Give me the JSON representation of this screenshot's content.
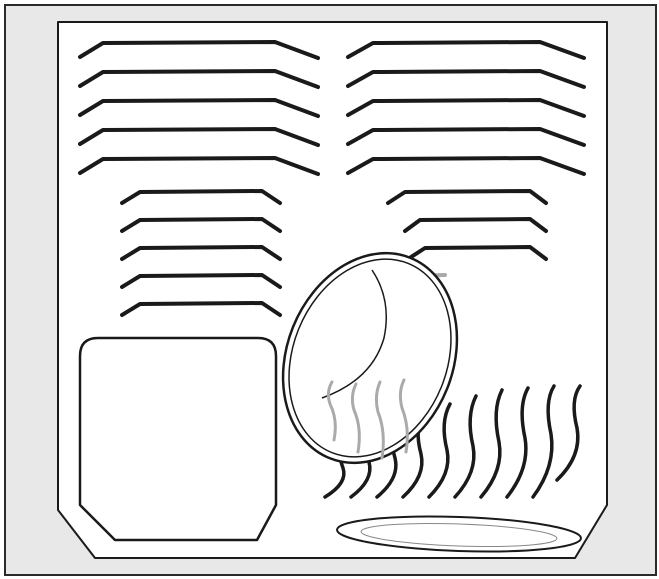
{
  "figure": {
    "subject": "dishwasher-lower-basket-loading",
    "elements": [
      "frame",
      "basket-outline",
      "left-tine-rows",
      "right-tine-rows",
      "lasagna-dish",
      "bowl",
      "plate-tines",
      "platter"
    ]
  },
  "colors": {
    "frame_fill": "#e8e8e8",
    "frame_border": "#2a2a2a",
    "basket_fill": "#ffffff",
    "line": "#1a1a1a",
    "line_faded": "#aaaaaa"
  }
}
